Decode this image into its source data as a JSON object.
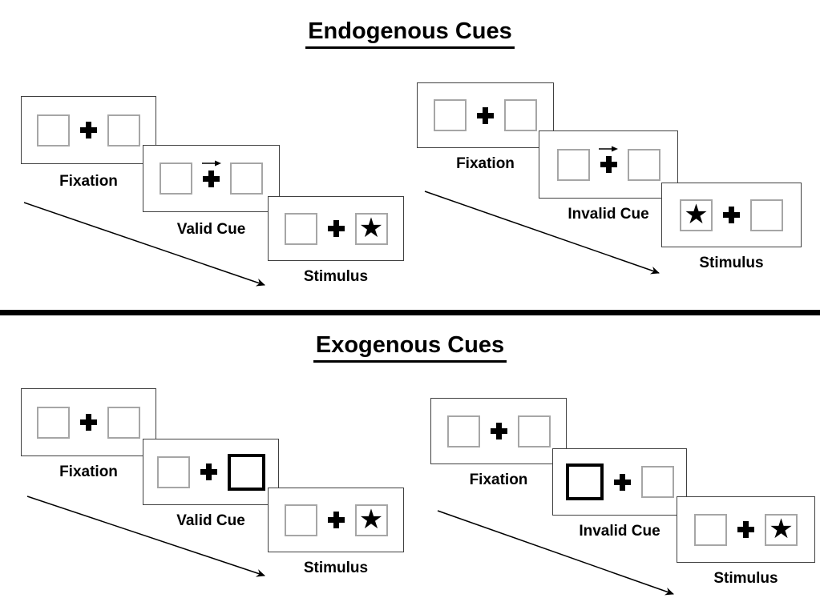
{
  "page": {
    "background": "#ffffff"
  },
  "colors": {
    "ink": "#000000",
    "panel_border": "#404040",
    "box_border": "#a6a6a6",
    "highlight_border": "#000000"
  },
  "icons": {
    "fixation_cross": "plus-icon",
    "stimulus_star": "★",
    "cue_arrow": "right-arrow-icon",
    "sequence_arrow": "diagonal-arrow-icon"
  },
  "sections": [
    {
      "id": "endogenous",
      "title": "Endogenous Cues",
      "groups": [
        {
          "id": "valid",
          "panels": [
            {
              "label": "Fixation",
              "cue_arrow": false,
              "left": {
                "highlight": false,
                "star": false
              },
              "right": {
                "highlight": false,
                "star": false
              }
            },
            {
              "label": "Valid Cue",
              "cue_arrow": true,
              "left": {
                "highlight": false,
                "star": false
              },
              "right": {
                "highlight": false,
                "star": false
              }
            },
            {
              "label": "Stimulus",
              "cue_arrow": false,
              "left": {
                "highlight": false,
                "star": false
              },
              "right": {
                "highlight": false,
                "star": true
              }
            }
          ]
        },
        {
          "id": "invalid",
          "panels": [
            {
              "label": "Fixation",
              "cue_arrow": false,
              "left": {
                "highlight": false,
                "star": false
              },
              "right": {
                "highlight": false,
                "star": false
              }
            },
            {
              "label": "Invalid Cue",
              "cue_arrow": true,
              "left": {
                "highlight": false,
                "star": false
              },
              "right": {
                "highlight": false,
                "star": false
              }
            },
            {
              "label": "Stimulus",
              "cue_arrow": false,
              "left": {
                "highlight": false,
                "star": true
              },
              "right": {
                "highlight": false,
                "star": false
              }
            }
          ]
        }
      ]
    },
    {
      "id": "exogenous",
      "title": "Exogenous Cues",
      "groups": [
        {
          "id": "valid",
          "panels": [
            {
              "label": "Fixation",
              "cue_arrow": false,
              "left": {
                "highlight": false,
                "star": false
              },
              "right": {
                "highlight": false,
                "star": false
              }
            },
            {
              "label": "Valid Cue",
              "cue_arrow": false,
              "left": {
                "highlight": false,
                "star": false
              },
              "right": {
                "highlight": true,
                "star": false
              }
            },
            {
              "label": "Stimulus",
              "cue_arrow": false,
              "left": {
                "highlight": false,
                "star": false
              },
              "right": {
                "highlight": false,
                "star": true
              }
            }
          ]
        },
        {
          "id": "invalid",
          "panels": [
            {
              "label": "Fixation",
              "cue_arrow": false,
              "left": {
                "highlight": false,
                "star": false
              },
              "right": {
                "highlight": false,
                "star": false
              }
            },
            {
              "label": "Invalid Cue",
              "cue_arrow": false,
              "left": {
                "highlight": true,
                "star": false
              },
              "right": {
                "highlight": false,
                "star": false
              }
            },
            {
              "label": "Stimulus",
              "cue_arrow": false,
              "left": {
                "highlight": false,
                "star": false
              },
              "right": {
                "highlight": false,
                "star": true
              }
            }
          ]
        }
      ]
    }
  ]
}
